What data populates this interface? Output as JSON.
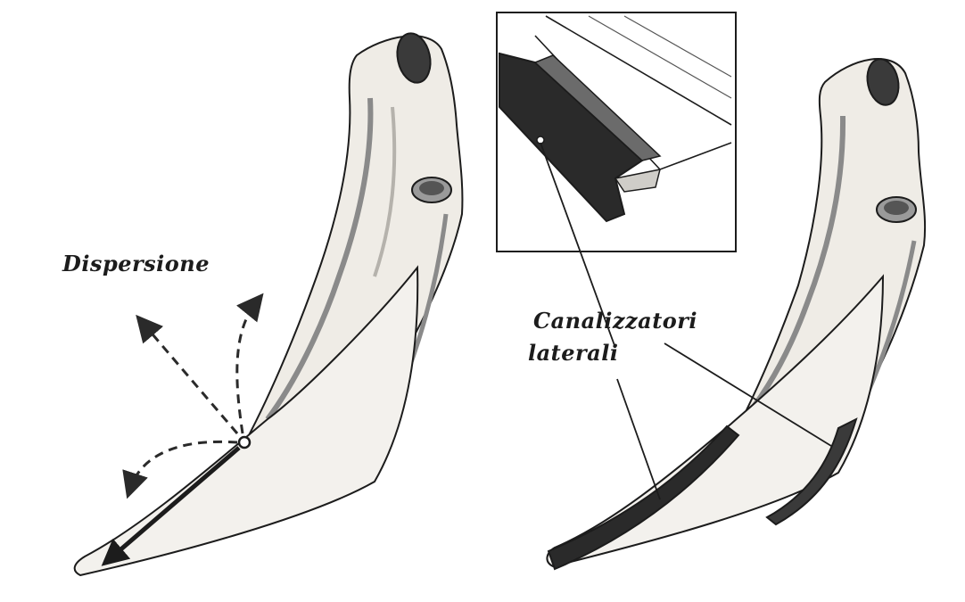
{
  "labels": {
    "dispersion": "Dispersione",
    "side_channels_line1": "Canalizzatori",
    "side_channels_line2": "laterali"
  },
  "colors": {
    "ink": "#1c1c1c",
    "blade_fill": "#f0eeea",
    "shade": "#8a8a8a",
    "channel_dark": "#2a2a2a"
  }
}
